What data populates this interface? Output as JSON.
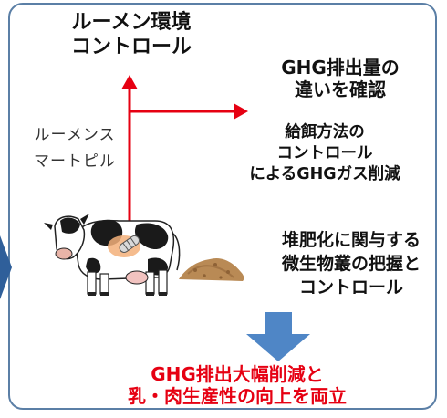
{
  "labels": {
    "rumen_control": [
      "ルーメン環境",
      "コントロール"
    ],
    "ghg_difference": [
      "GHG排出量の",
      "違いを確認"
    ],
    "feeding_control": [
      "給餌方法の",
      "コントロール",
      "によるGHGガス削減"
    ],
    "rumen_smart_pill": [
      "ルーメンス",
      "マートピル"
    ],
    "compost_control": [
      "堆肥化に関与する",
      "微生物叢の把握と",
      "コントロール"
    ],
    "result": [
      "GHG排出大幅削減と",
      "乳・肉生産性の向上を両立"
    ]
  },
  "colors": {
    "arrow_red": "#e60012",
    "result_text": "#e60012",
    "down_arrow_blue": "#4f86c6",
    "panel_border": "#5b7fa6",
    "chevron": "#2f5f9a",
    "manure": "#b98a55"
  },
  "icons": {
    "cow": "holstein-cow-illustration",
    "pill": "rumen-smart-pill",
    "manure": "compost-pile",
    "down_arrow": "down-arrow-icon",
    "chevron": "chevron-right-icon"
  }
}
